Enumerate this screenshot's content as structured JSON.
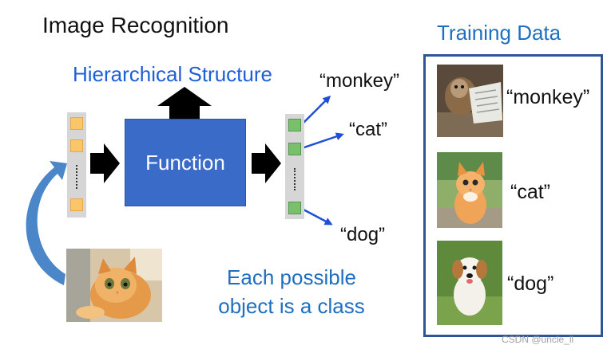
{
  "title": "Image Recognition",
  "hierarchy_label": "Hierarchical Structure",
  "function_label": "Function",
  "outputs": {
    "monkey": "“monkey”",
    "cat": "“cat”",
    "dog": "“dog”"
  },
  "class_note": {
    "line1": "Each possible",
    "line2": "object is a class"
  },
  "training": {
    "title": "Training Data",
    "monkey": "“monkey”",
    "cat": "“cat”",
    "dog": "“dog”"
  },
  "watermark": "CSDN @uncle_ll",
  "colors": {
    "function_box": "#3a6bc9",
    "blue_text": "#1f6fc1",
    "hierarchy_text": "#1f5fd6",
    "arrow_blue": "#1f4fd8",
    "curved_arrow": "#4a86c8",
    "training_border": "#2f5597",
    "input_cell": "#fbc56a",
    "output_cell": "#7ac06c"
  }
}
